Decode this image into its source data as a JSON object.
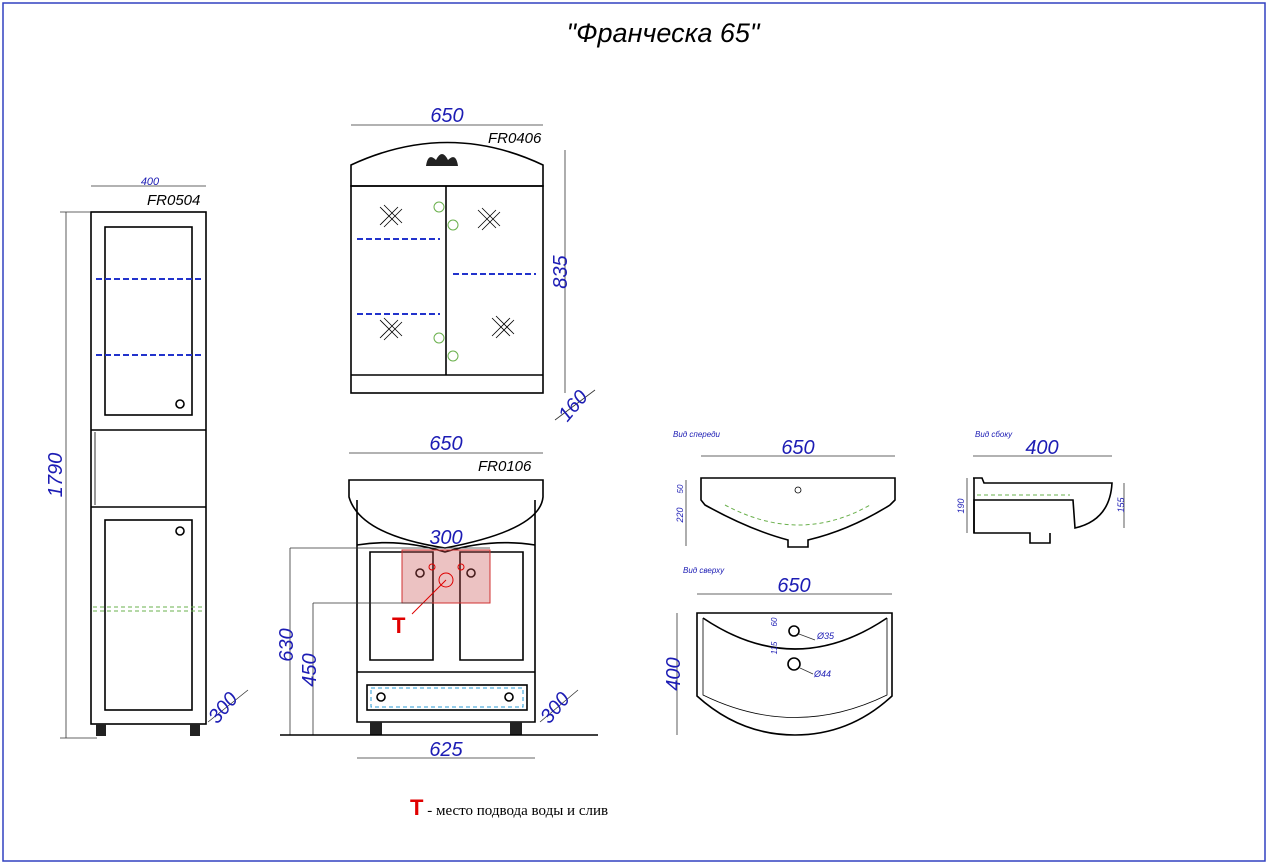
{
  "title": "\"Франческа 65\"",
  "tall_cabinet": {
    "code": "FR0504",
    "width": "400",
    "height": "1790",
    "depth": "300"
  },
  "mirror_cabinet": {
    "code": "FR0406",
    "width": "650",
    "height": "835",
    "depth": "160"
  },
  "vanity": {
    "code": "FR0106",
    "width": "650",
    "bottom_width": "625",
    "depth": "300",
    "height": "630",
    "pipe_height": "450",
    "pipe_zone_width": "300",
    "pipe_marker": "T"
  },
  "sink_front": {
    "label": "Вид спереди",
    "width": "650",
    "dim_a": "50",
    "dim_b": "220"
  },
  "sink_side": {
    "label": "Вид сбоку",
    "width": "400",
    "dim_a": "190",
    "dim_b": "155"
  },
  "sink_top": {
    "label": "Вид сверху",
    "width": "650",
    "depth": "400",
    "dim_a": "60",
    "dim_b": "115",
    "hole_a": "Ø35",
    "hole_b": "Ø44"
  },
  "legend": {
    "marker": "T",
    "text": " - место подвода воды и слив"
  },
  "colors": {
    "dimension": "#1c1cb4",
    "marker": "#e00000",
    "border": "#1c1cb4"
  }
}
